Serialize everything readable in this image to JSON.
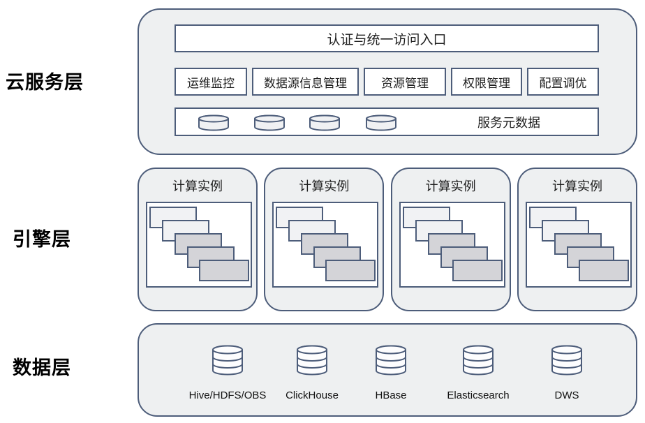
{
  "colors": {
    "border": "#4d5d7a",
    "container_fill": "#eef0f1",
    "box_fill": "#ffffff",
    "panel_light": "#f1f2f4",
    "panel_dark": "#d4d4d8"
  },
  "cloud_layer": {
    "label": "云服务层",
    "auth_entry_label": "认证与统一访问入口",
    "service_boxes": [
      "运维监控",
      "数据源信息管理",
      "资源管理",
      "权限管理",
      "配置调优"
    ],
    "metadata_label": "服务元数据"
  },
  "engine_layer": {
    "label": "引擎层",
    "instance_cards": [
      "计算实例",
      "计算实例",
      "计算实例",
      "计算实例"
    ]
  },
  "data_layer": {
    "label": "数据层",
    "datastores": [
      "Hive/HDFS/OBS",
      "ClickHouse",
      "HBase",
      "Elasticsearch",
      "DWS"
    ]
  }
}
